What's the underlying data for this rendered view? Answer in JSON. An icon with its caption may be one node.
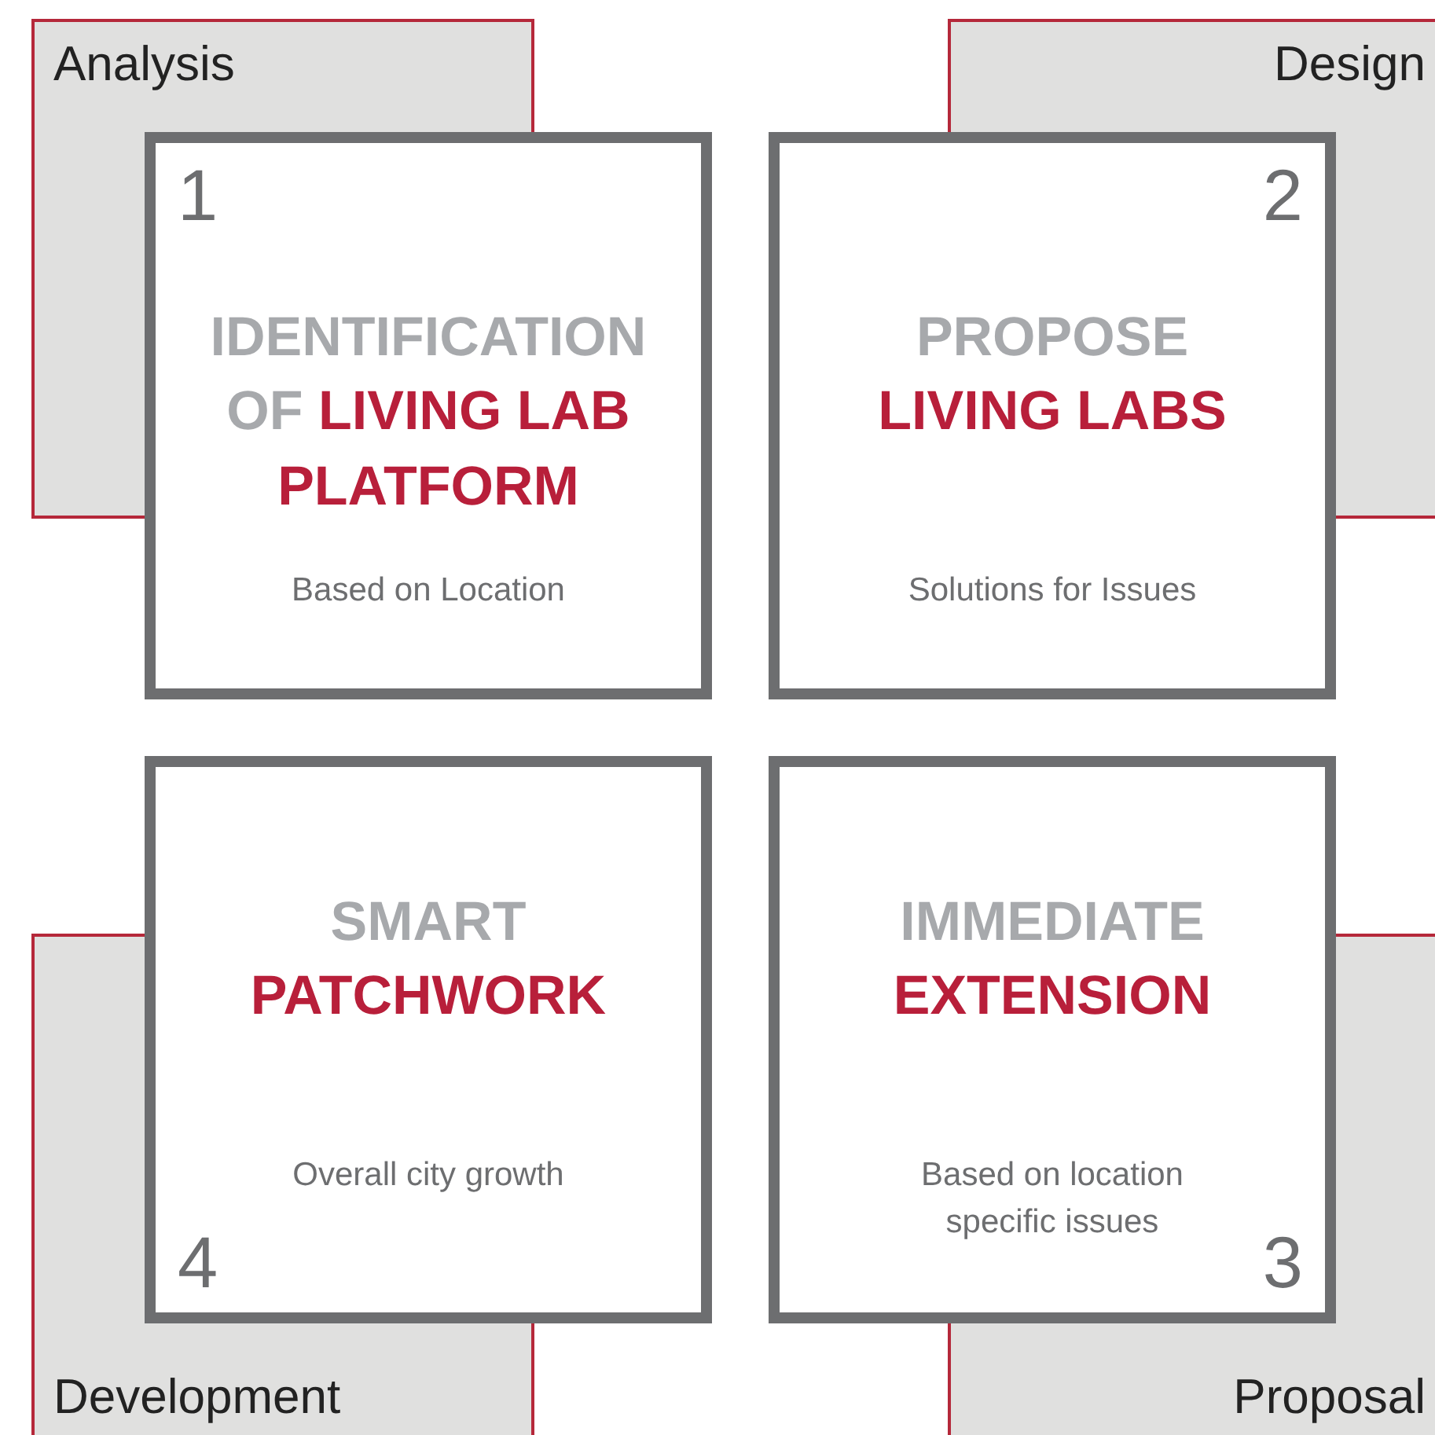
{
  "diagram": {
    "nodes": [
      {
        "text": [
          "Analysis"
        ]
      },
      {
        "text": [
          "Design"
        ]
      },
      {
        "text": [
          "1",
          "IDENTIFICATION OF",
          "LIVING LAB PLATFORM",
          "Based on Location"
        ]
      },
      {
        "text": [
          "2",
          "PROPOSE",
          "LIVING LABS",
          "Solutions for Issues"
        ]
      },
      {
        "text": [
          "4",
          "SMART",
          "PATCHWORK",
          "Overall city growth"
        ]
      },
      {
        "text": [
          "3",
          "IMMEDIATE",
          "EXTENSION",
          "Based on location specific issues"
        ]
      },
      {
        "text": [
          "Development"
        ]
      },
      {
        "text": [
          "Proposal"
        ]
      }
    ]
  }
}
